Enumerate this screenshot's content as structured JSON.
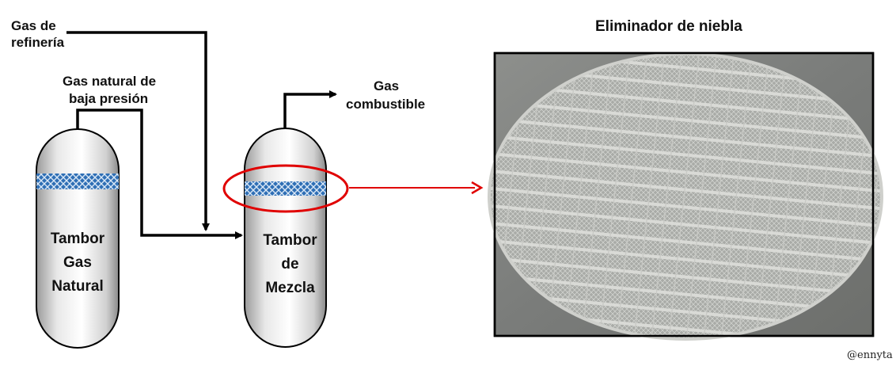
{
  "labels": {
    "refinery_gas_line1": "Gas de",
    "refinery_gas_line2": "refinería",
    "natural_gas_line1": "Gas natural de",
    "natural_gas_line2": "baja presión",
    "fuel_gas_line1": "Gas",
    "fuel_gas_line2": "combustible"
  },
  "tanks": {
    "natural": {
      "line1": "Tambor",
      "line2": "Gas",
      "line3": "Natural"
    },
    "mixing": {
      "line1": "Tambor",
      "line2": "de",
      "line3": "Mezcla"
    }
  },
  "photo": {
    "title": "Eliminador de niebla"
  },
  "credit": "@ennyta",
  "colors": {
    "pipe": "#000000",
    "highlight": "#e00000",
    "mesh": "#2f6fb5"
  }
}
